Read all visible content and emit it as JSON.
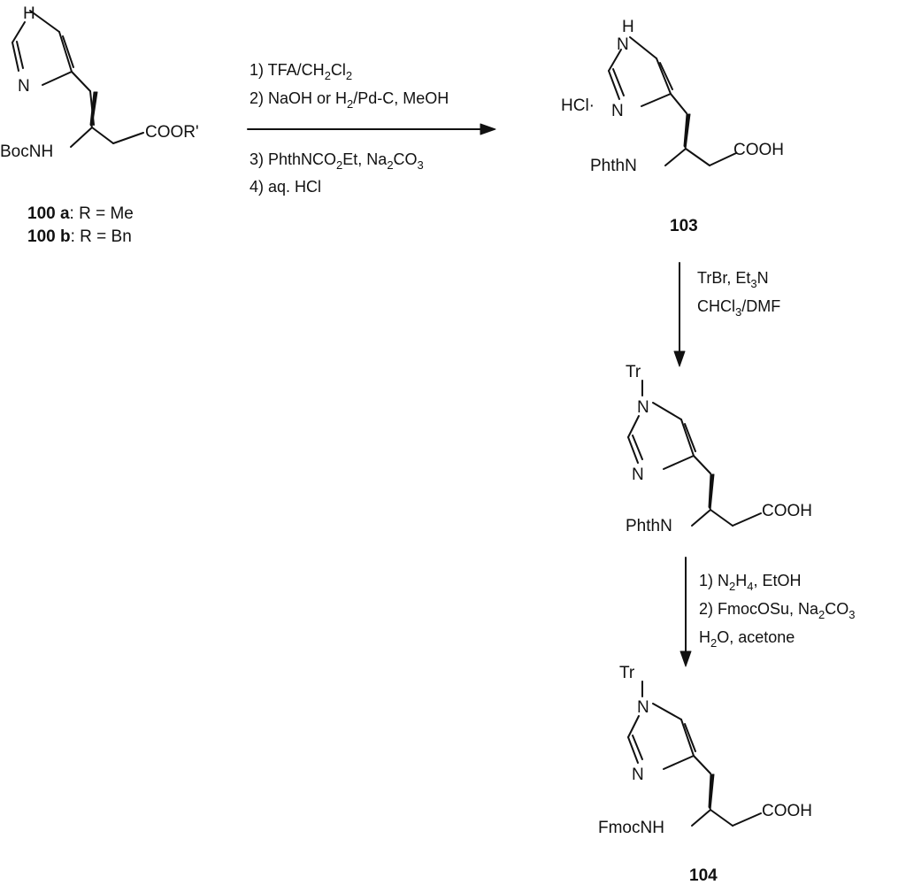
{
  "compound_100": {
    "nh": "H",
    "n": "N",
    "amine": "BocNH",
    "ester": "COOR'",
    "label_a_num": "100 a",
    "label_a_rest": ": R = Me",
    "label_b_num": "100 b",
    "label_b_rest": ": R = Bn"
  },
  "step1": {
    "c1_a": "1) TFA/CH",
    "c1_s1": "2",
    "c1_b": "Cl",
    "c1_s2": "2",
    "c2_a": "2) NaOH or H",
    "c2_s1": "2",
    "c2_b": "/Pd-C, MeOH",
    "c3_a": "3) PhthNCO",
    "c3_s1": "2",
    "c3_b": "Et, Na",
    "c3_s2": "2",
    "c3_c": "CO",
    "c3_s3": "3",
    "c4": "4) aq. HCl"
  },
  "compound_103": {
    "nh": "H",
    "n": "N",
    "hcl": "HCl·",
    "amine": "PhthN",
    "acid": "COOH",
    "label": "103"
  },
  "step2": {
    "c1_a": "TrBr, Et",
    "c1_s1": "3",
    "c1_b": "N",
    "c2_a": "CHCl",
    "c2_s1": "3",
    "c2_b": "/DMF"
  },
  "compound_tr_phth": {
    "tr": "Tr",
    "n": "N",
    "amine": "PhthN",
    "acid": "COOH"
  },
  "step3": {
    "c1_a": "1) N",
    "c1_s1": "2",
    "c1_b": "H",
    "c1_s2": "4",
    "c1_c": ", EtOH",
    "c2_a": "2) FmocOSu, Na",
    "c2_s1": "2",
    "c2_b": "CO",
    "c2_s2": "3",
    "c3_a": "H",
    "c3_s1": "2",
    "c3_b": "O, acetone"
  },
  "compound_104": {
    "tr": "Tr",
    "n": "N",
    "amine": "FmocNH",
    "acid": "COOH",
    "label": "104"
  }
}
